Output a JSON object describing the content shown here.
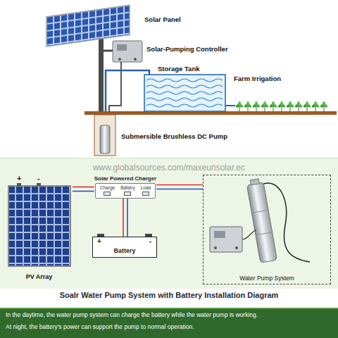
{
  "diagram": {
    "title": "Soalr Water Pump System with Battery Installation Diagram",
    "nodes": [
      {
        "text": [
          "PV Array"
        ]
      },
      {
        "text": [
          "Solar Powered Charger",
          "Charge",
          "Battery",
          "Load"
        ]
      },
      {
        "text": [
          "+",
          "-",
          "Battery"
        ]
      },
      {
        "text": [
          "Water Pump System"
        ]
      }
    ],
    "edges": [
      {
        "from": 0,
        "to": 1,
        "arrow": "none"
      },
      {
        "from": 1,
        "to": 2,
        "arrow": "none"
      },
      {
        "from": 1,
        "to": 3,
        "arrow": "none"
      }
    ],
    "labels": [
      "Solar Panel",
      "Solar-Pumping Controller",
      "Storage Tank",
      "Farm Irrigation",
      "Submersible Brushless DC Pump",
      "www.globalsources.com/maxeunsolar.ec",
      "+",
      "-",
      "In the daytime, the water pump system can charge the battery while the water pump is working.",
      "At night, the battery's power can support the pump to normal operation."
    ]
  }
}
